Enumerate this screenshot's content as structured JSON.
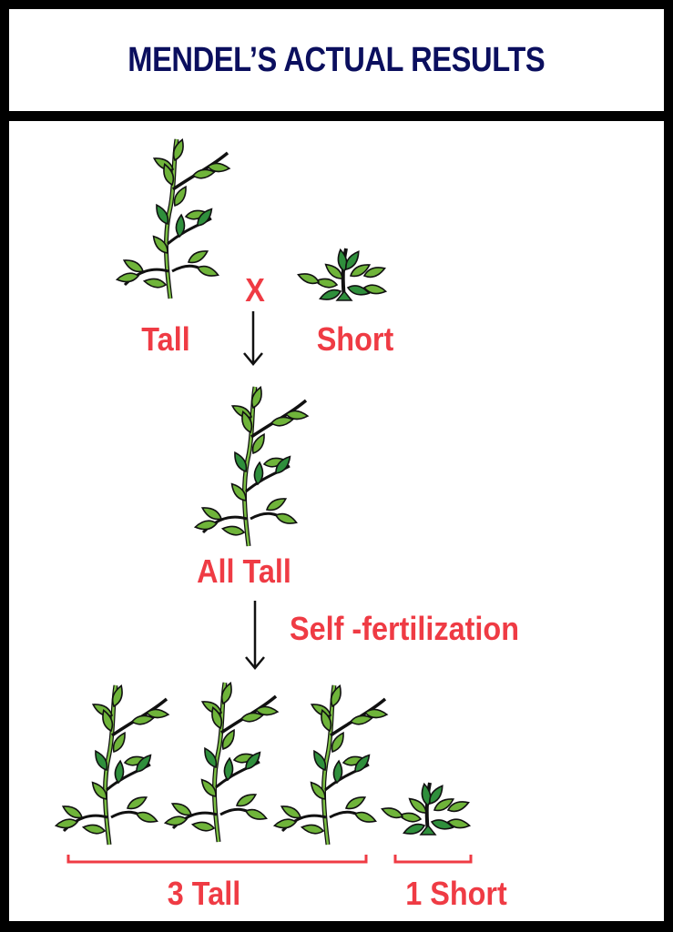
{
  "title": "MENDEL’S ACTUAL RESULTS",
  "colors": {
    "title": "#0b0f5e",
    "labels": "#ef3b44",
    "leaf": "#6fb43a",
    "leaf_dark": "#2e8b3a",
    "background": "#000000"
  },
  "parents": {
    "cross_symbol": "X",
    "tall_label": "Tall",
    "short_label": "Short"
  },
  "f1": {
    "label": "All Tall"
  },
  "step": {
    "label": "Self -fertilization"
  },
  "f2": {
    "tall_label": "3 Tall",
    "short_label": "1 Short",
    "tall_count": 3,
    "short_count": 1
  }
}
